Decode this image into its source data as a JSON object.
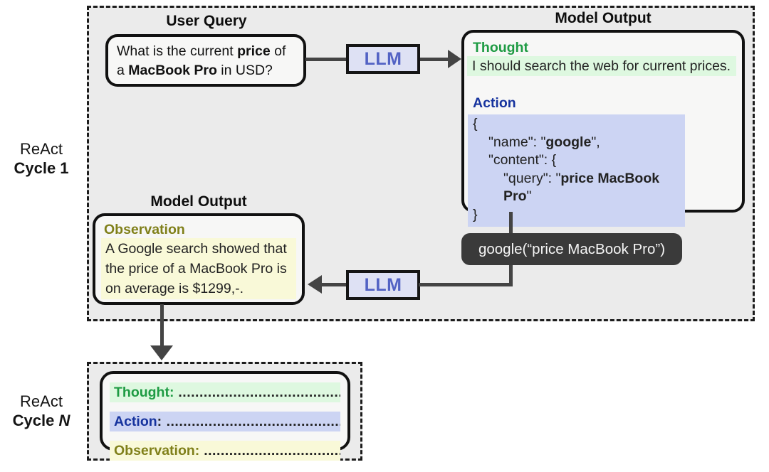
{
  "cycle1": {
    "label_line1": "ReAct",
    "label_line2": "Cycle 1"
  },
  "cycleN": {
    "label_line1": "ReAct",
    "label_line2_prefix": "Cycle ",
    "label_line2_n": "N"
  },
  "user_query": {
    "title": "User Query",
    "p1": "What is the current ",
    "p2": "price",
    "p3": " of a ",
    "p4": "MacBook Pro",
    "p5": " in USD?"
  },
  "llm": {
    "label": "LLM"
  },
  "model_output_top": {
    "title": "Model Output",
    "thought_label": "Thought",
    "thought_text": "I should search the web for current prices.",
    "action_label": "Action",
    "code": {
      "l1": "{",
      "l2a": "\"name\": \"",
      "l2b": "google",
      "l2c": "\",",
      "l3": "\"content\": {",
      "l4a": "\"query\": \"",
      "l4b": "price MacBook Pro",
      "l4c": "\"",
      "l5": "}"
    }
  },
  "tool_call": {
    "text": "google(“price MacBook Pro”)"
  },
  "model_output_bottom": {
    "title": "Model Output",
    "observation_label": "Observation",
    "line1": "A Google search showed that",
    "line2": "the price of a MacBook Pro is",
    "line3": "on average is $1299,-."
  },
  "cycleN_box": {
    "thought_label": "Thought:",
    "thought_dots": " .............................................",
    "action_label": "Action",
    "action_sep": ": ",
    "action_dots": "...............................................",
    "observation_label": "Observation:",
    "observation_dots": " ......................................."
  },
  "colors": {
    "region_bg": "#ebebeb",
    "box_bg": "#f7f7f6",
    "box_border": "#111111",
    "connector": "#444444",
    "llm_bg": "#dee1f4",
    "llm_text": "#5262c4",
    "thought_green": "#1e9b43",
    "thought_highlight": "#def8e0",
    "action_blue": "#16339e",
    "action_highlight": "#ccd4f3",
    "observation_olive": "#80801a",
    "observation_highlight": "#f9f9d8",
    "tool_pill_bg": "#3a3a3a",
    "tool_pill_text": "#f5f5f5"
  }
}
